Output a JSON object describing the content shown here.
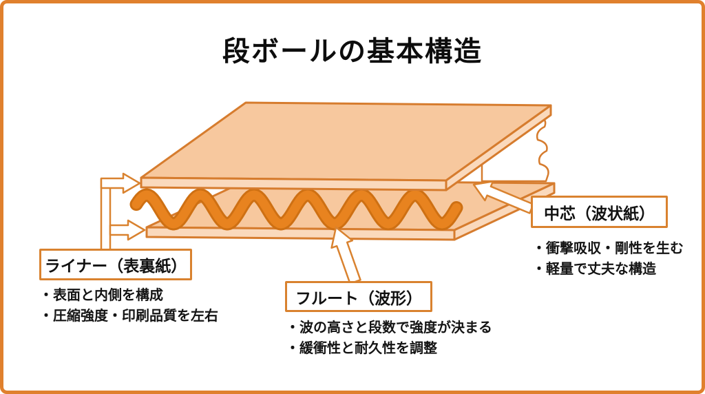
{
  "title": "段ボールの基本構造",
  "labels": {
    "liner": {
      "box": "ライナー（表裏紙）",
      "bullets": [
        "・表面と内側を構成",
        "・圧縮強度・印刷品質を左右"
      ]
    },
    "flute": {
      "box": "フルート（波形）",
      "bullets": [
        "・波の高さと段数で強度が決まる",
        "・緩衝性と耐久性を調整"
      ]
    },
    "core": {
      "box": "中芯（波状紙）",
      "bullets": [
        "・衝撃吸収・剛性を生む",
        "・軽量で丈夫な構造"
      ]
    }
  },
  "colors": {
    "frame_border": "#E0802D",
    "board_top_fill": "#F7C89E",
    "board_side_fill": "#FAD9BC",
    "outline": "#D67C2E",
    "wave_fill": "#E8831F",
    "wave_outline": "#CE7013",
    "label_box_border": "#D9822F",
    "text": "#111111"
  }
}
